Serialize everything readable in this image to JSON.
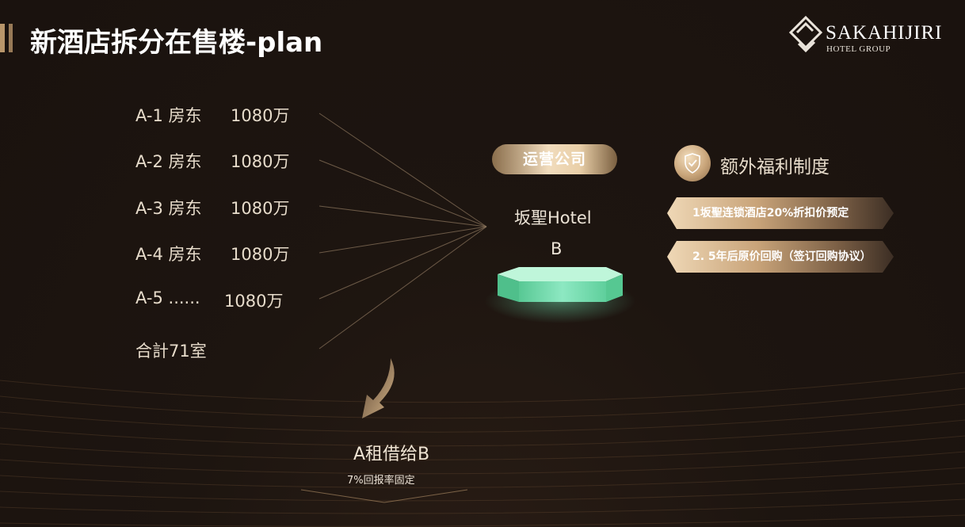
{
  "slide": {
    "title": "新酒店拆分在售楼-plan",
    "logo": {
      "name": "SAKAHIJIRI",
      "subtitle": "HOTEL GROUP"
    }
  },
  "owners": [
    {
      "label": "A-1 房东",
      "amount": "1080万"
    },
    {
      "label": "A-2 房东",
      "amount": "1080万"
    },
    {
      "label": "A-3 房东",
      "amount": "1080万"
    },
    {
      "label": "A-4 房东",
      "amount": "1080万"
    },
    {
      "label": "A-5 ......",
      "amount": "1080万"
    }
  ],
  "total": "合計71室",
  "operator": {
    "badge": "运营公司",
    "hotel_name": "坂聖Hotel",
    "hotel_code": "B",
    "platform_color": "#6fe0b0"
  },
  "benefits": {
    "title": "额外福利制度",
    "items": [
      "1坂聖连锁酒店20%折扣价预定",
      "2. 5年后原价回购（签订回购协议）"
    ]
  },
  "lease": {
    "title": "A租借给B",
    "subtitle": "7%回报率固定"
  },
  "colors": {
    "accent": "#b8956a",
    "background": "#1c1410",
    "text": "#e7dccb"
  }
}
